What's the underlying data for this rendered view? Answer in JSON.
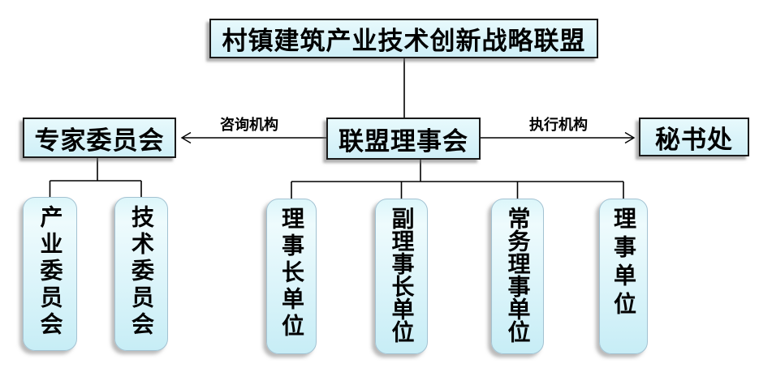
{
  "title_box": {
    "label": "村镇建筑产业技术创新战略联盟"
  },
  "nodes": {
    "expert_committee": {
      "label": "专家委员会"
    },
    "alliance_council": {
      "label": "联盟理事会"
    },
    "secretariat": {
      "label": "秘书处"
    },
    "industry_committee": {
      "label": "产业委员会"
    },
    "technology_committee": {
      "label": "技术委员会"
    },
    "chairman_unit": {
      "label": "理事长单位"
    },
    "vice_chairman_unit": {
      "label": "副理事长单位"
    },
    "standing_director_unit": {
      "label": "常务理事单位"
    },
    "director_unit": {
      "label": "理事单位"
    }
  },
  "edge_labels": {
    "advisory": "咨询机构",
    "executive": "执行机构"
  },
  "colors": {
    "box-fill-top": "#e7f9fc",
    "box-fill-bottom": "#cfeff7",
    "box-border": "#1a1a1a",
    "pill-fill-top": "#dcf6fa",
    "pill-fill-mid": "#eefbfd",
    "pill-fill-bottom": "#c7edf6",
    "pill-border": "#a3c2d2",
    "line-color": "#000000",
    "text-color": "#000000"
  }
}
